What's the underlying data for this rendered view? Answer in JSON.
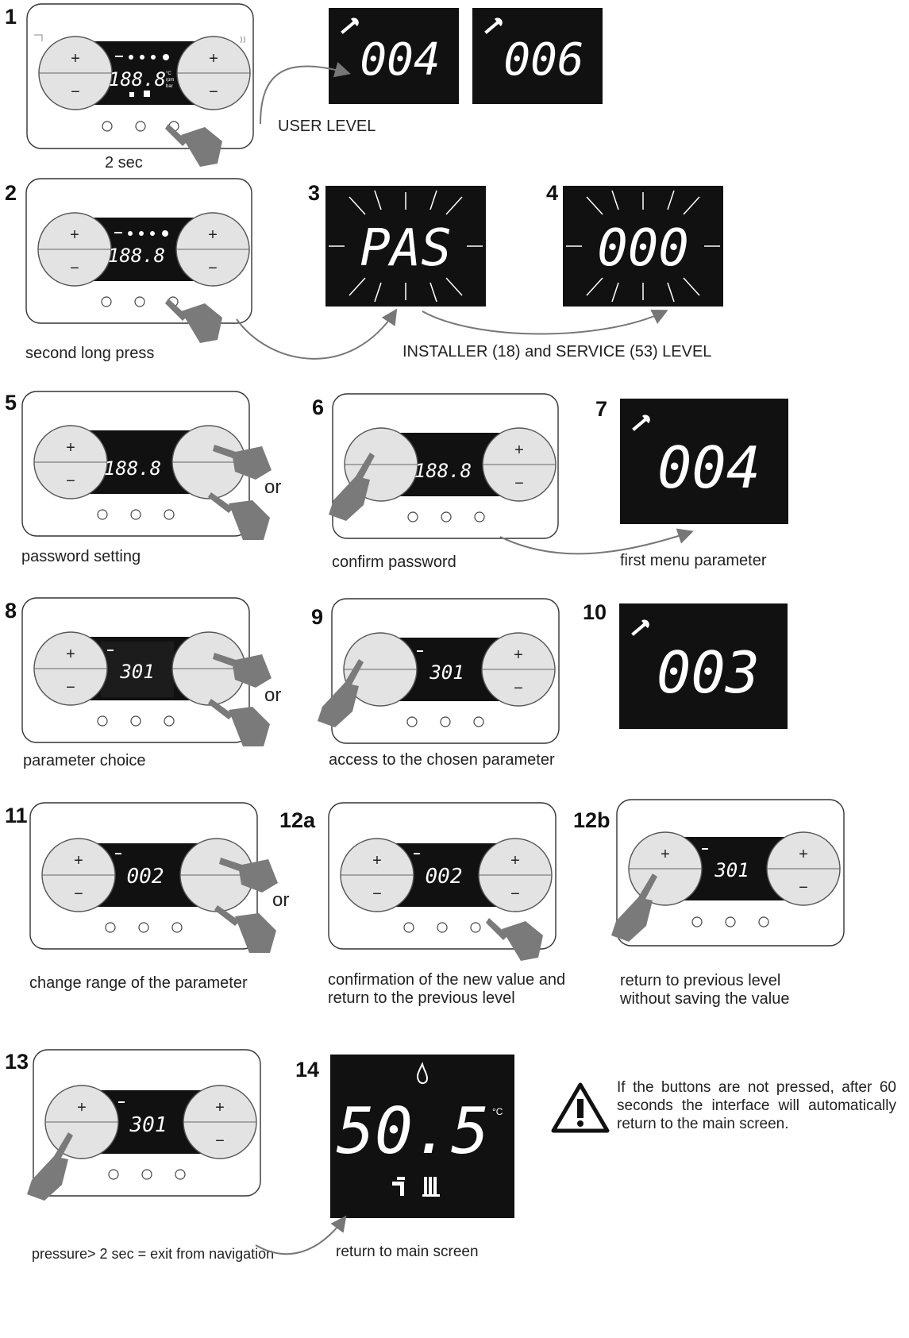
{
  "steps": {
    "s1": {
      "num": "1",
      "caption": "2 sec"
    },
    "s2": {
      "num": "2",
      "caption": "second long press"
    },
    "s3": {
      "num": "3",
      "display": "PAS"
    },
    "s4": {
      "num": "4",
      "display": "000"
    },
    "s5": {
      "num": "5",
      "caption": "password setting",
      "or": "or"
    },
    "s6": {
      "num": "6",
      "caption": "confirm password"
    },
    "s7": {
      "num": "7",
      "display": "004",
      "caption": "first menu parameter"
    },
    "s8": {
      "num": "8",
      "caption": "parameter choice",
      "or": "or"
    },
    "s9": {
      "num": "9",
      "caption": "access to the chosen parameter"
    },
    "s10": {
      "num": "10",
      "display": "003"
    },
    "s11": {
      "num": "11",
      "caption": "change range of the parameter",
      "or": "or"
    },
    "s12a": {
      "num": "12a",
      "caption_line1": "confirmation of the new value and",
      "caption_line2": "return to the previous level"
    },
    "s12b": {
      "num": "12b",
      "caption_line1": "return to previous level",
      "caption_line2": "without saving the value"
    },
    "s13": {
      "num": "13",
      "caption": "pressure> 2 sec = exit from navigation"
    },
    "s14": {
      "num": "14",
      "display": "50.5",
      "unit": "°C",
      "caption": "return to main screen"
    }
  },
  "user_level": {
    "label": "USER LEVEL",
    "displays": [
      "004",
      "006"
    ]
  },
  "installer_label": "INSTALLER (18) and SERVICE (53) LEVEL",
  "panel_display": {
    "full": "188.8",
    "units": [
      "°C",
      "rpm",
      "bar"
    ],
    "param_301": "301",
    "param_002": "002"
  },
  "panel_buttons": {
    "plus": "+",
    "minus": "−"
  },
  "icons": [
    "wrench-icon",
    "wifi-icon",
    "fan-icon",
    "bell-icon",
    "gauge-icon",
    "tap-icon",
    "radiator-icon",
    "power-icon",
    "reset-icon",
    "settings-icon",
    "flame-icon",
    "warning-icon",
    "hand-icon"
  ],
  "warning": {
    "text": "If the buttons are not pressed, after 60 seconds the interface will automatically return to the main screen."
  },
  "colors": {
    "lcd": "#111111",
    "knob": "#e3e3e3",
    "knob_stroke": "#555555",
    "hand": "#7a7a7a",
    "arrow": "#777777"
  }
}
